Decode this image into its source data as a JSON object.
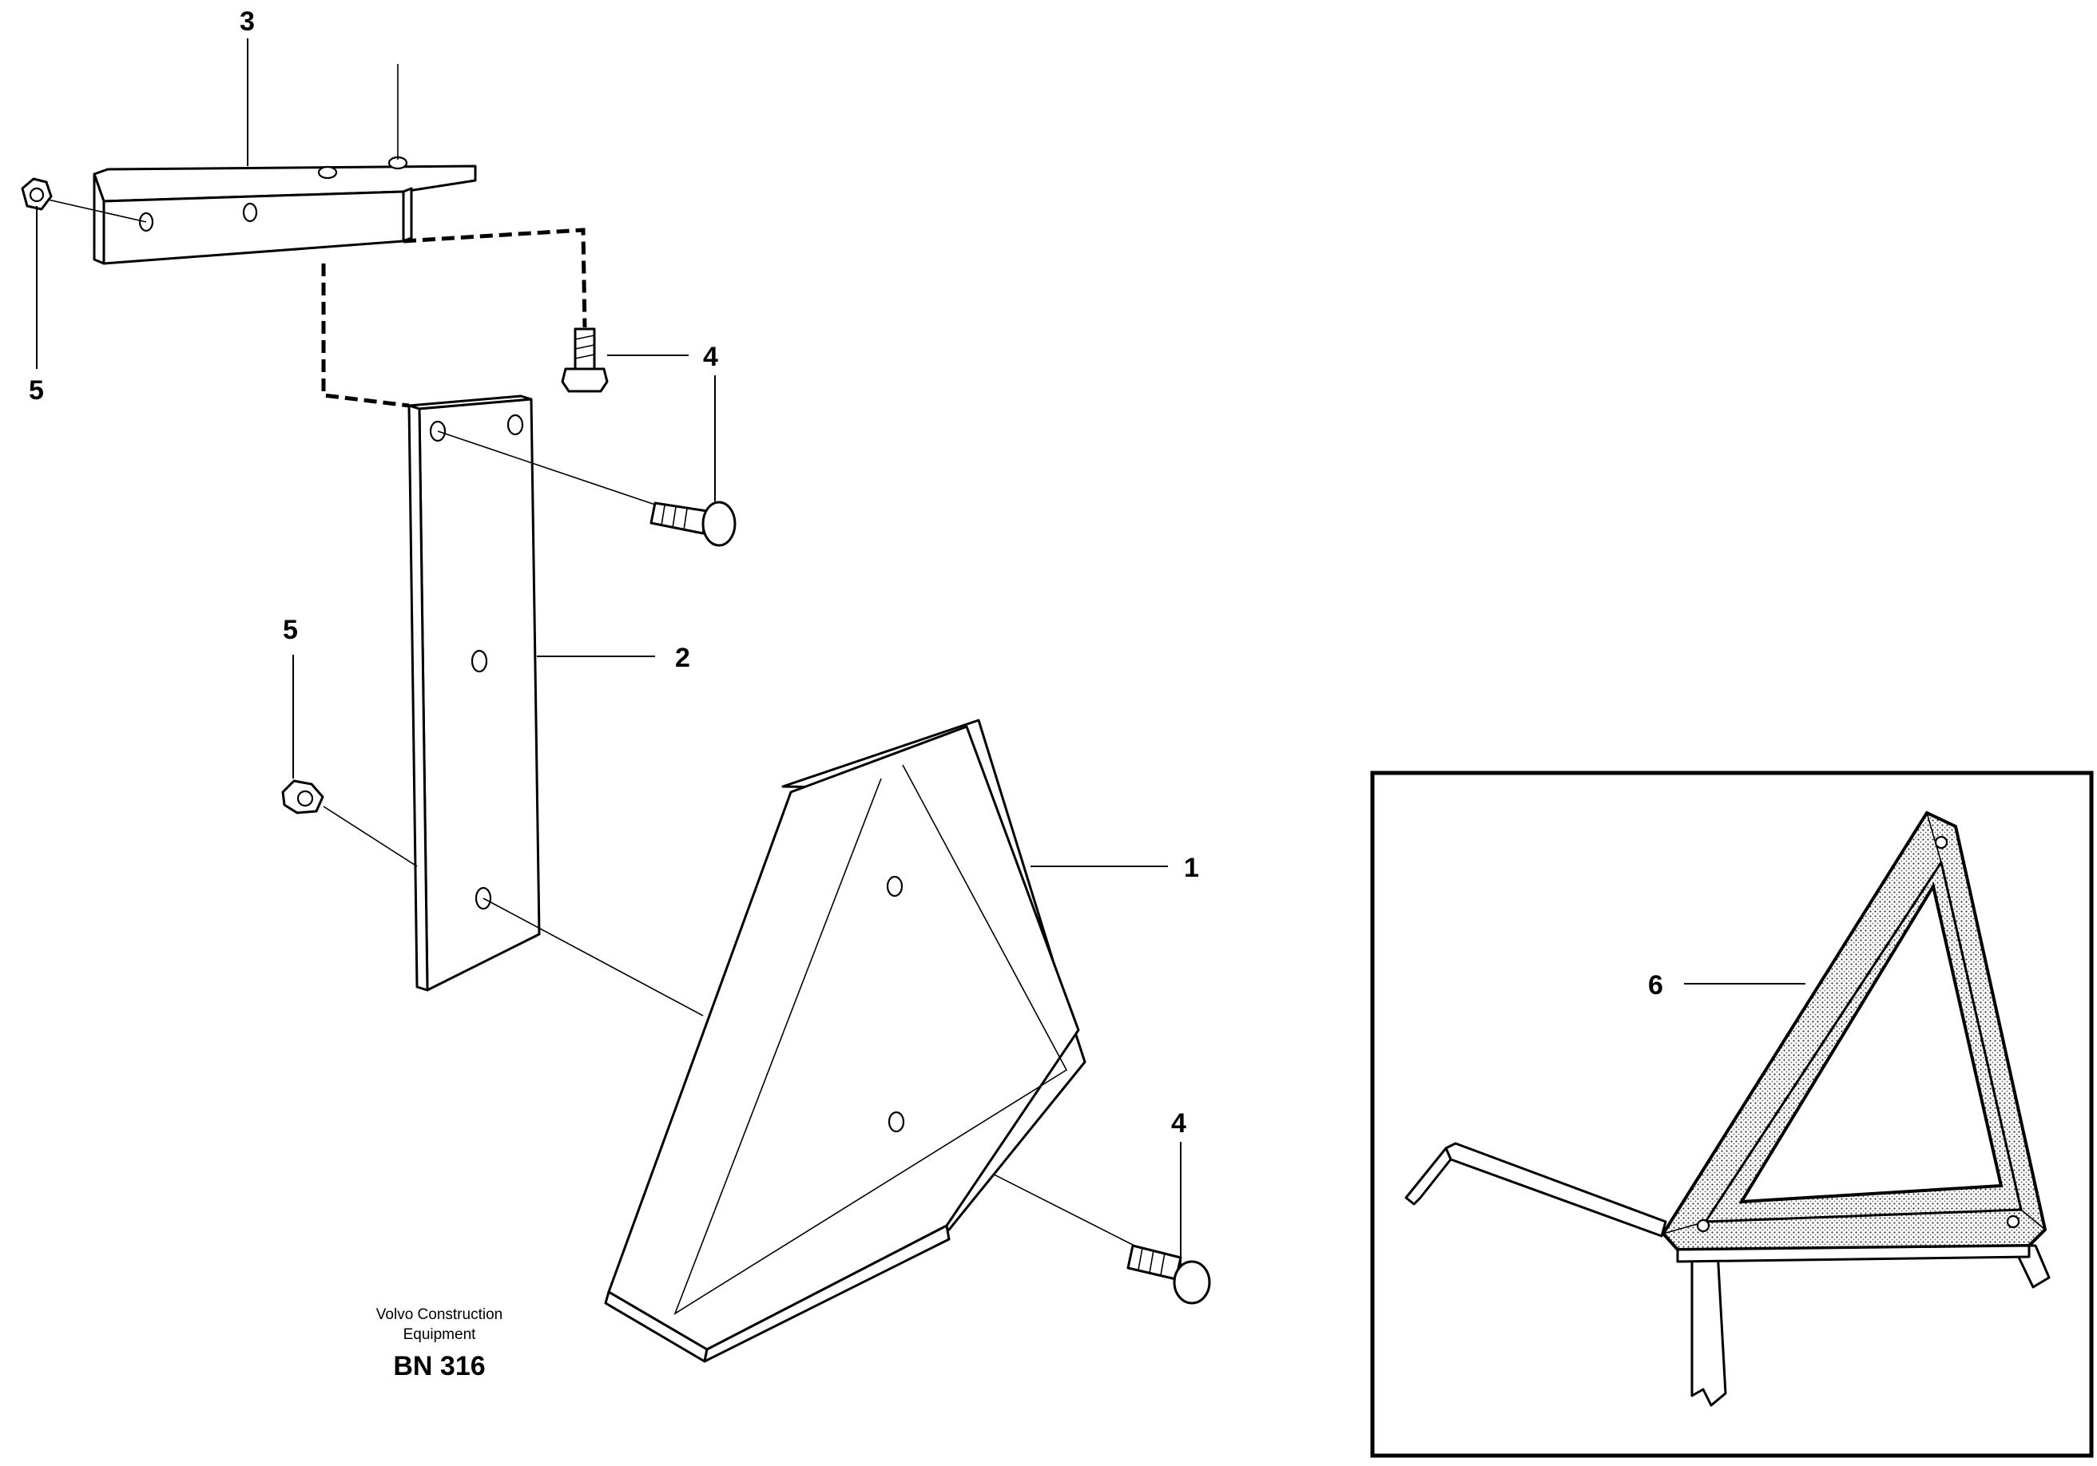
{
  "callouts": [
    {
      "id": "c1",
      "label": "1"
    },
    {
      "id": "c2",
      "label": "2"
    },
    {
      "id": "c3",
      "label": "3"
    },
    {
      "id": "c4a",
      "label": "4"
    },
    {
      "id": "c4b",
      "label": "4"
    },
    {
      "id": "c5a",
      "label": "5"
    },
    {
      "id": "c5b",
      "label": "5"
    },
    {
      "id": "c6",
      "label": "6"
    }
  ],
  "caption": {
    "line1": "Volvo Construction",
    "line2": "Equipment",
    "code": "BN 316"
  },
  "colors": {
    "ink": "#000000",
    "paper": "#ffffff"
  }
}
